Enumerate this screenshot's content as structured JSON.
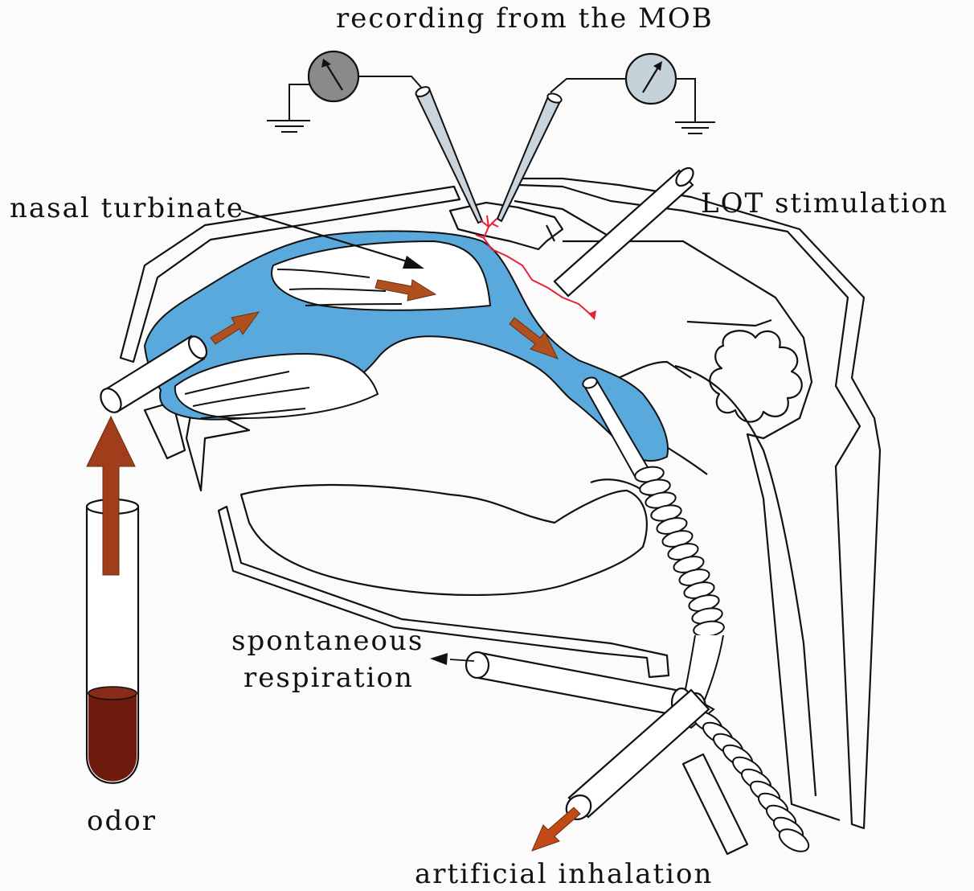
{
  "labels": {
    "recording": "recording from the MOB",
    "nasal_turbinate": "nasal turbinate",
    "lot_stimulation": "LOT stimulation",
    "spontaneous_1": "spontaneous",
    "spontaneous_2": "respiration",
    "odor": "odor",
    "artificial_inhalation": "artificial inhalation"
  },
  "colors": {
    "nasal_cavity": "#5aa9dc",
    "airflow_arrow": "#b0501e",
    "odor_liquid": "#6e1a0c",
    "neuron": "#e8203a",
    "meter_left": "#8a8a8a",
    "meter_right": "#c6d2da",
    "outline": "#111111"
  }
}
